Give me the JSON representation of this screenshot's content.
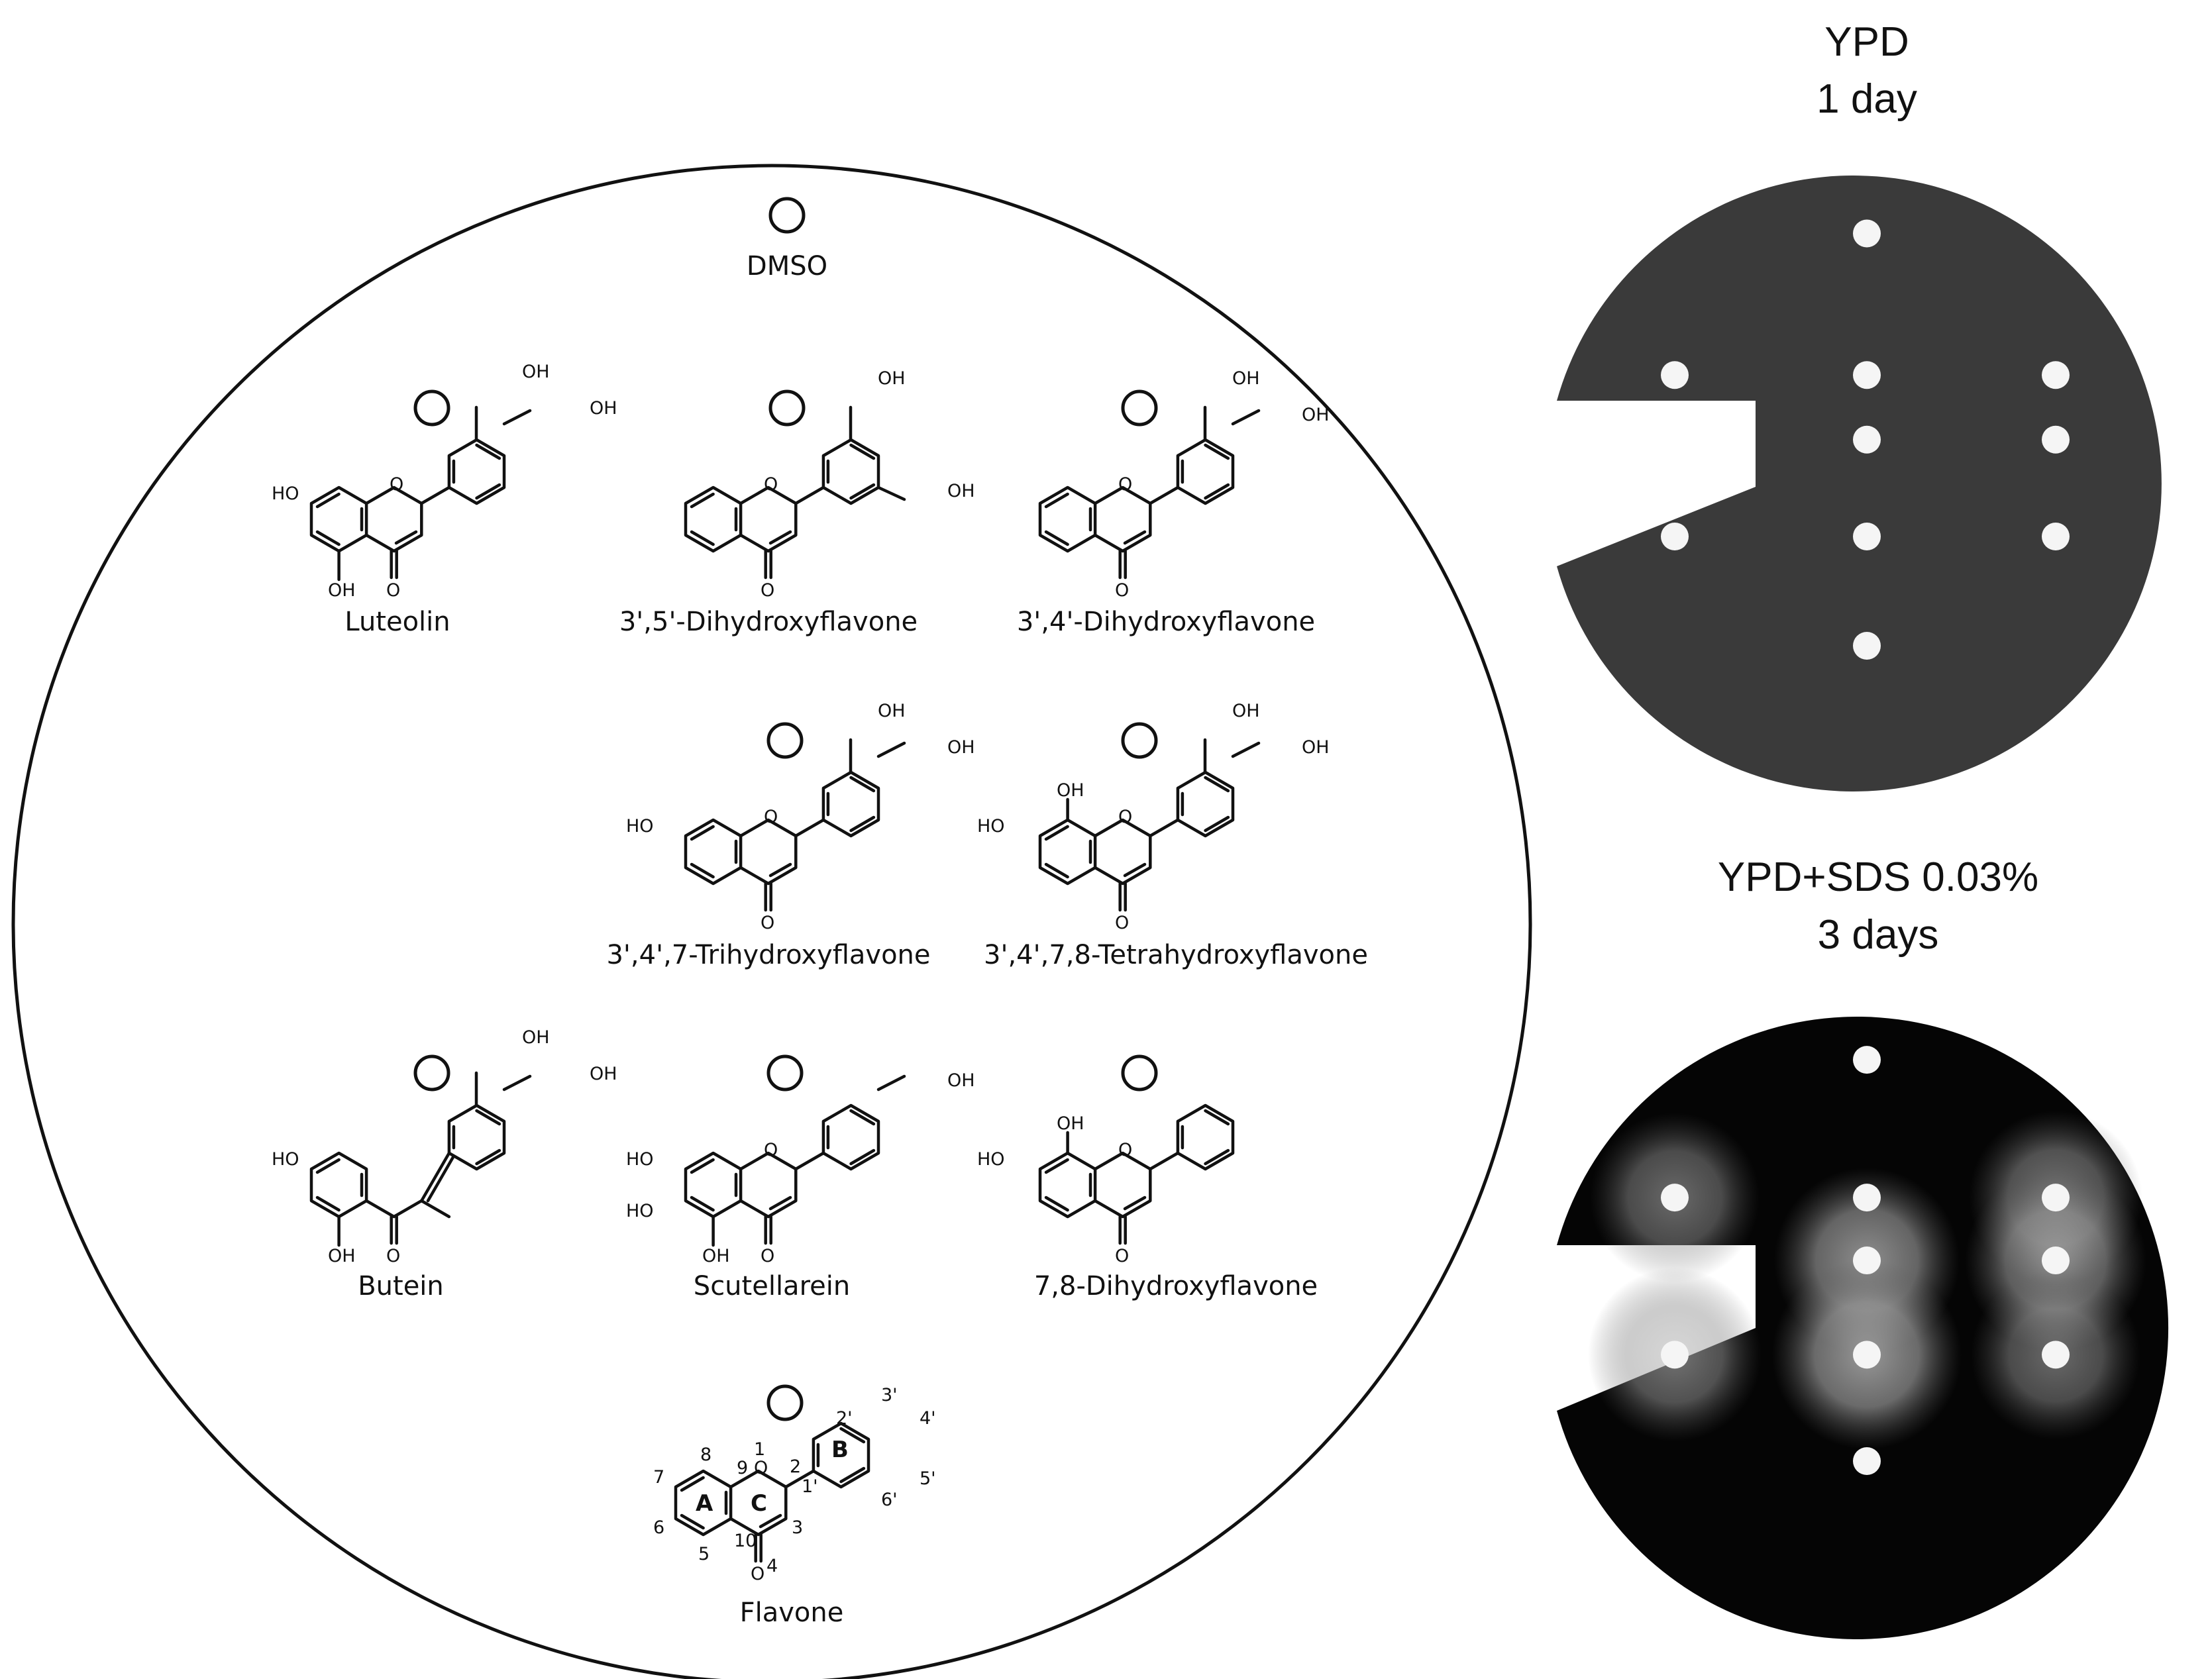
{
  "schematic": {
    "dmso_label": "DMSO",
    "compounds": [
      {
        "name": "Luteolin"
      },
      {
        "name": "3',5'-Dihydroxyflavone"
      },
      {
        "name": "3',4'-Dihydroxyflavone"
      },
      {
        "name": "3',4',7-Trihydroxyflavone"
      },
      {
        "name": "3',4',7,8-Tetrahydroxyflavone"
      },
      {
        "name": "Butein"
      },
      {
        "name": "Scutellarein"
      },
      {
        "name": "7,8-Dihydroxyflavone"
      },
      {
        "name": "Flavone"
      }
    ],
    "atom_labels": {
      "oh": "OH",
      "ho": "HO",
      "o": "O"
    },
    "flavone_numbering": {
      "ring_a": "A",
      "ring_b": "B",
      "ring_c": "C",
      "positions": [
        "1",
        "2",
        "3",
        "4",
        "5",
        "6",
        "7",
        "8",
        "9",
        "10",
        "1'",
        "2'",
        "3'",
        "4'",
        "5'",
        "6'"
      ]
    }
  },
  "plates": [
    {
      "medium": "YPD",
      "duration": "1 day",
      "background": "#3a3a3a"
    },
    {
      "medium": "YPD+SDS 0.03%",
      "duration": "3 days",
      "background": "#050505"
    }
  ],
  "halo_strength": [
    0,
    0.55,
    0,
    0.6,
    0.75,
    0.7,
    0.6,
    0.8,
    0.55,
    0
  ]
}
